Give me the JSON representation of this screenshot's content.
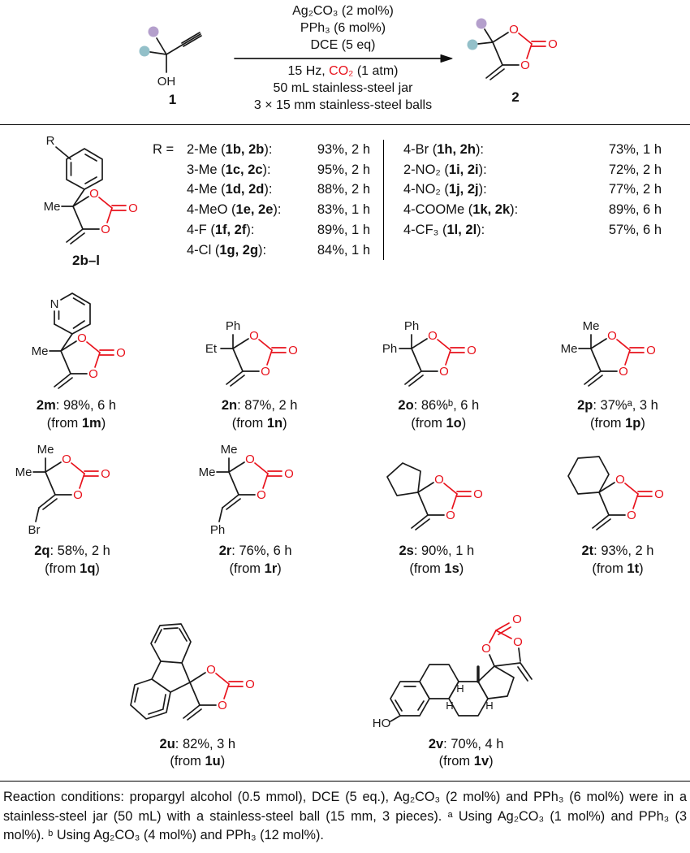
{
  "colors": {
    "red": "#e8121c",
    "purple": "#b49fcc",
    "teal": "#93c0c9"
  },
  "atoms": {
    "O": "O",
    "OH": "OH",
    "HO": "HO",
    "N": "N",
    "Me": "Me",
    "Ph": "Ph",
    "Et": "Et",
    "Br": "Br",
    "R": "R",
    "H": "H"
  },
  "scheme": {
    "above": [
      "Ag₂CO₃ (2 mol%)",
      "PPh₃ (6 mol%)",
      "DCE (5 eq)"
    ],
    "below1": {
      "pre": "15 Hz, ",
      "co2": "CO₂",
      "post": " (1 atm)"
    },
    "below": [
      "50 mL stainless-steel jar",
      "3 × 15 mm stainless-steel balls"
    ],
    "substrate_label": "1",
    "product_label": "2"
  },
  "scope": {
    "structure_label": "2b–l",
    "r_prefix": "R =",
    "left": [
      {
        "pre": "2-Me (",
        "bold": "1b, 2b",
        "post": "):",
        "result": "93%, 2 h"
      },
      {
        "pre": "3-Me (",
        "bold": "1c, 2c",
        "post": "):",
        "result": "95%, 2 h"
      },
      {
        "pre": "4-Me (",
        "bold": "1d, 2d",
        "post": "):",
        "result": "88%, 2 h"
      },
      {
        "pre": "4-MeO (",
        "bold": "1e, 2e",
        "post": "):",
        "result": "83%, 1 h"
      },
      {
        "pre": "4-F (",
        "bold": "1f, 2f",
        "post": "):",
        "result": "89%, 1 h"
      },
      {
        "pre": "4-Cl (",
        "bold": "1g, 2g",
        "post": "):",
        "result": "84%, 1 h"
      }
    ],
    "right": [
      {
        "pre": "4-Br (",
        "bold": "1h, 2h",
        "post": "):",
        "result": "73%, 1 h"
      },
      {
        "pre": "2-NO₂ (",
        "bold": "1i, 2i",
        "post": "):",
        "result": "72%, 2 h"
      },
      {
        "pre": "4-NO₂ (",
        "bold": "1j, 2j",
        "post": "):",
        "result": "77%, 2 h"
      },
      {
        "pre": "4-COOMe (",
        "bold": "1k, 2k",
        "post": "):",
        "result": "89%, 6 h"
      },
      {
        "pre": "4-CF₃ (",
        "bold": "1l, 2l",
        "post": "):",
        "result": "57%, 6 h"
      }
    ]
  },
  "tokens": {
    "colon": ": ",
    "from_open": "(from ",
    "close": ")"
  },
  "compounds": [
    {
      "id": "2m",
      "result": "98%, 6 h",
      "from": "1m"
    },
    {
      "id": "2n",
      "result": "87%, 2 h",
      "from": "1n"
    },
    {
      "id": "2o",
      "result": "86%ᵇ, 6 h",
      "from": "1o"
    },
    {
      "id": "2p",
      "result": "37%ᵃ, 3 h",
      "from": "1p"
    },
    {
      "id": "2q",
      "result": "58%, 2 h",
      "from": "1q"
    },
    {
      "id": "2r",
      "result": "76%, 6 h",
      "from": "1r"
    },
    {
      "id": "2s",
      "result": "90%, 1 h",
      "from": "1s"
    },
    {
      "id": "2t",
      "result": "93%, 2 h",
      "from": "1t"
    },
    {
      "id": "2u",
      "result": "82%, 3 h",
      "from": "1u"
    },
    {
      "id": "2v",
      "result": "70%, 4 h",
      "from": "1v"
    }
  ],
  "footnote": {
    "text": "Reaction conditions: propargyl alcohol (0.5 mmol), DCE (5 eq.), Ag₂CO₃ (2 mol%) and PPh₃ (6 mol%) were in a stainless-steel jar (50 mL) with a stainless-steel ball (15 mm, 3 pieces). ᵃ Using Ag₂CO₃ (1 mol%) and PPh₃ (3 mol%). ᵇ Using Ag₂CO₃ (4 mol%) and PPh₃ (12 mol%)."
  }
}
